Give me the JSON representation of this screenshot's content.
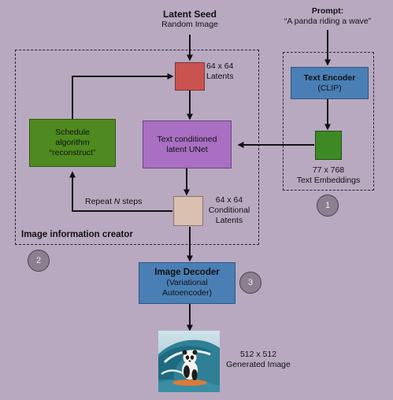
{
  "latent_seed": {
    "title": "Latent Seed",
    "subtitle": "Random Image"
  },
  "prompt": {
    "title": "Prompt:",
    "text": "“A panda riding a wave”"
  },
  "latents": {
    "line1": "64 x 64",
    "line2": "Latents"
  },
  "text_encoder": {
    "title": "Text Encoder",
    "subtitle": "(CLIP)"
  },
  "schedule": {
    "line1": "Schedule",
    "line2": "algorithm",
    "line3": "“reconstruct”"
  },
  "unet": {
    "line1": "Text conditioned",
    "line2": "latent UNet"
  },
  "embeddings": {
    "line1": "77 x 768",
    "line2": "Text Embeddings"
  },
  "repeat": {
    "prefix": "Repeat ",
    "n": "N",
    "suffix": " steps"
  },
  "conditional_latents": {
    "line1": "64 x 64",
    "line2": "Conditional",
    "line3": "Latents"
  },
  "creator_label": "Image information creator",
  "badges": {
    "one": "1",
    "two": "2",
    "three": "3"
  },
  "decoder": {
    "title": "Image Decoder",
    "line2": "(Variational",
    "line3": "Autoencoder)"
  },
  "output": {
    "line1": "512 x 512",
    "line2": "Generated Image"
  },
  "colors": {
    "latents": "#c9534f",
    "text_encoder": "#4a7fb5",
    "schedule": "#4e8a1f",
    "unet": "#a86fc3",
    "embeddings": "#3d8a24",
    "conditional_latents": "#d9c0b0",
    "decoder": "#4a7fb5"
  }
}
